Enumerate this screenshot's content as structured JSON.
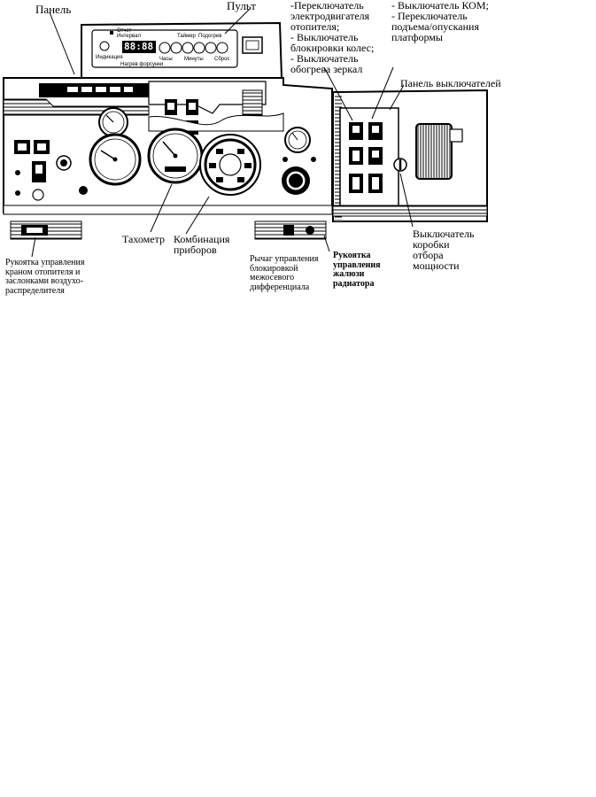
{
  "labels": {
    "panel": "Панель",
    "console": "Пульт",
    "switch_group_1": [
      "-Переключатель",
      "электродвигателя",
      "отопителя;",
      "- Выключатель",
      "блокировки колес;",
      "- Выключатель",
      "обогрева зеркал"
    ],
    "switch_group_2": [
      "- Выключатель КОМ;",
      "- Переключатель",
      "подъема/опускания",
      "платформы"
    ],
    "switch_panel": "Панель выключателей",
    "tachometer": "Тахометр",
    "instrument_cluster": [
      "Комбинация",
      "приборов"
    ],
    "heater_handle": [
      "Рукоятка управления",
      "краном отопителя и",
      "заслонками воздухо-",
      "распределителя"
    ],
    "diff_lock_lever": [
      "Рычаг управления",
      "блокировкой",
      "межосевого",
      "дифференциала"
    ],
    "radiator_shutter_handle": [
      "Рукоятка",
      "управления",
      "жалюзи",
      "радиатора"
    ],
    "pto_switch": [
      "Выключатель",
      "коробки",
      "отбора",
      "мощности"
    ]
  },
  "console_display": {
    "report_label": [
      "Отчет",
      "Интервал"
    ],
    "timer_label": "Таймер",
    "preheat_label": "Подогрев",
    "indication_label": "Индикация",
    "hours_label": "Часы",
    "minutes_label": "Минуты",
    "reset_label": "Сброс",
    "nozzle_heat_label": "Нагрев форсунки",
    "digits": "88:88"
  },
  "colors": {
    "ink": "#000000",
    "paper": "#ffffff",
    "shade": "#444444"
  }
}
